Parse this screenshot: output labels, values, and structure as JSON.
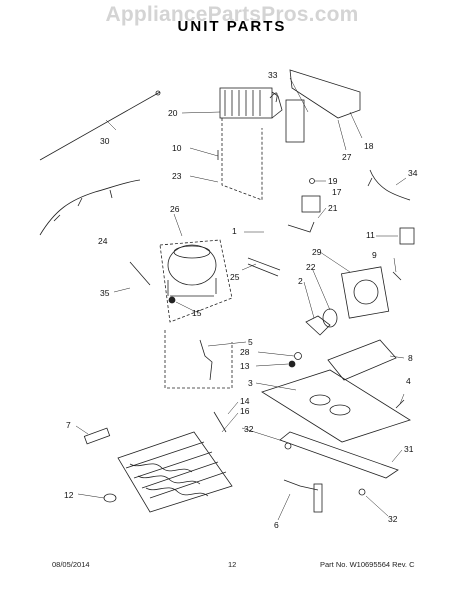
{
  "watermark": "AppliancePartsPros.com",
  "title": "UNIT PARTS",
  "callouts": [
    "33",
    "20",
    "30",
    "10",
    "18",
    "27",
    "23",
    "19",
    "17",
    "34",
    "26",
    "1",
    "21",
    "11",
    "24",
    "9",
    "29",
    "22",
    "25",
    "35",
    "2",
    "15",
    "5",
    "28",
    "8",
    "13",
    "3",
    "4",
    "14",
    "16",
    "7",
    "32",
    "31",
    "12",
    "6",
    "32"
  ],
  "footer": {
    "date": "08/05/2014",
    "page": "12",
    "part_no": "Part No.  W10695564  Rev. C"
  }
}
